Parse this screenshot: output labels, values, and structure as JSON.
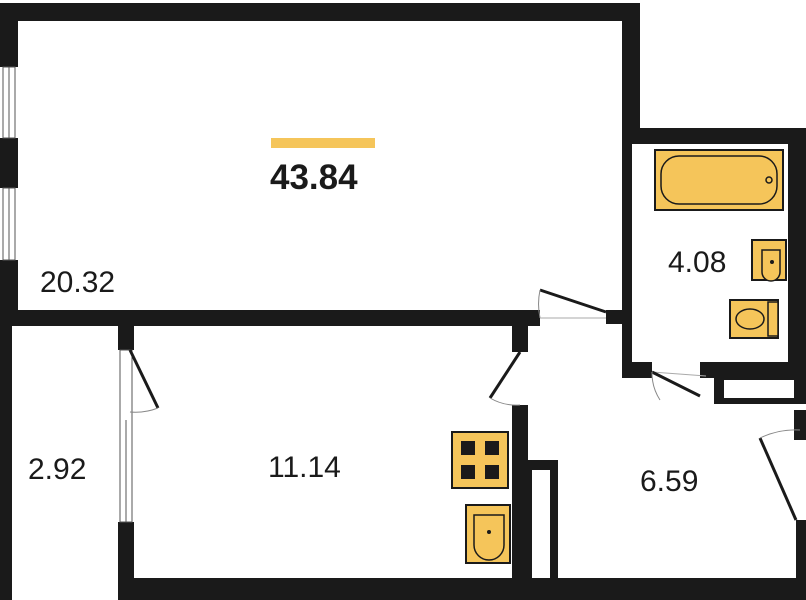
{
  "plan": {
    "total_area": "43.84",
    "rooms": [
      {
        "id": "living",
        "area": "20.32"
      },
      {
        "id": "bathroom",
        "area": "4.08"
      },
      {
        "id": "balcony",
        "area": "2.92"
      },
      {
        "id": "kitchen",
        "area": "11.14"
      },
      {
        "id": "hallway",
        "area": "6.59"
      }
    ]
  },
  "colors": {
    "wall": "#1a1a1a",
    "fixture_fill": "#f5c55a",
    "accent_bar": "#f5c55a",
    "text": "#1a1a1a"
  }
}
